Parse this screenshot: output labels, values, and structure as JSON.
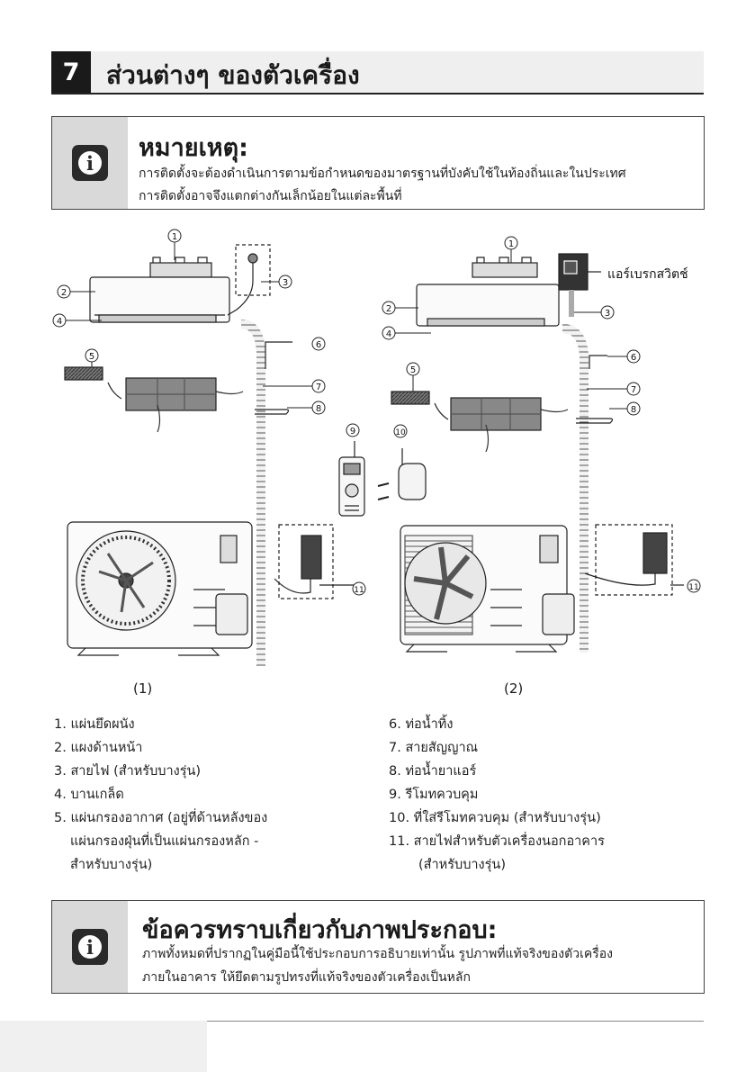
{
  "section": {
    "number": "7",
    "title": "ส่วนต่างๆ ของตัวเครื่อง"
  },
  "note1": {
    "title": "หมายเหตุ:",
    "lines": [
      "การติดตั้งจะต้องดำเนินการตามข้อกำหนดของมาตรฐานที่บังคับใช้ในท้องถิ่นและในประเทศ",
      "การติดตั้งอาจจึงแตกต่างกันเล็กน้อยในแต่ละพื้นที่"
    ]
  },
  "diagram": {
    "breaker_label": "แอร์เบรกสวิตช์",
    "caption_left": "(1)",
    "caption_right": "(2)",
    "callouts": [
      "1",
      "2",
      "3",
      "4",
      "5",
      "6",
      "7",
      "8",
      "9",
      "10",
      "11"
    ]
  },
  "parts_left": [
    "1. แผ่นยึดผนัง",
    "2. แผงด้านหน้า",
    "3. สายไฟ (สำหรับบางรุ่น)",
    "4. บานเกล็ด",
    "5. แผ่นกรองอากาศ (อยู่ที่ด้านหลังของ",
    "แผ่นกรองฝุ่นที่เป็นแผ่นกรองหลัก -",
    "สำหรับบางรุ่น)"
  ],
  "parts_right": [
    "6. ท่อน้ำทิ้ง",
    "7. สายสัญญาณ",
    "8. ท่อน้ำยาแอร์",
    "9. รีโมทควบคุม",
    "10. ที่ใส่รีโมทควบคุม (สำหรับบางรุ่น)",
    "11. สายไฟสำหรับตัวเครื่องนอกอาคาร",
    "(สำหรับบางรุ่น)"
  ],
  "note2": {
    "title": "ข้อควรทราบเกี่ยวกับภาพประกอบ:",
    "lines": [
      "ภาพทั้งหมดที่ปรากฏในคู่มือนี้ใช้ประกอบการอธิบายเท่านั้น รูปภาพที่แท้จริงของตัวเครื่อง",
      "ภายในอาคาร ให้ยึดตามรูปทรงที่แท้จริงของตัวเครื่องเป็นหลัก"
    ]
  }
}
